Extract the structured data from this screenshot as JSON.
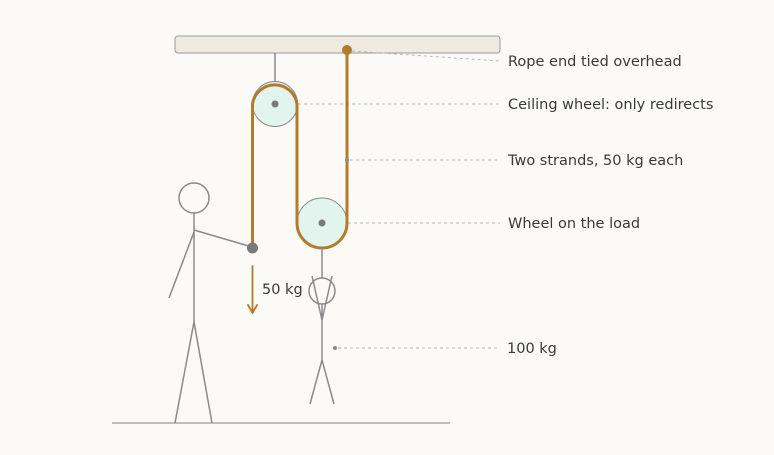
{
  "labels": {
    "rope_end": "Rope end tied overhead",
    "ceiling_wheel": "Ceiling wheel: only redirects",
    "two_strands": "Two strands, 50 kg each",
    "load_wheel": "Wheel on the load",
    "pull_force": "50 kg",
    "load_mass": "100 kg"
  },
  "colors": {
    "background": "#fbfaf7",
    "rope": "#b57a2c",
    "pulley_fill": "#e2f4ee",
    "beam_fill": "#efebe2",
    "figure_stroke": "#8a8a8a",
    "leader_line": "#b8b8b8",
    "text": "#3a3a3a"
  }
}
